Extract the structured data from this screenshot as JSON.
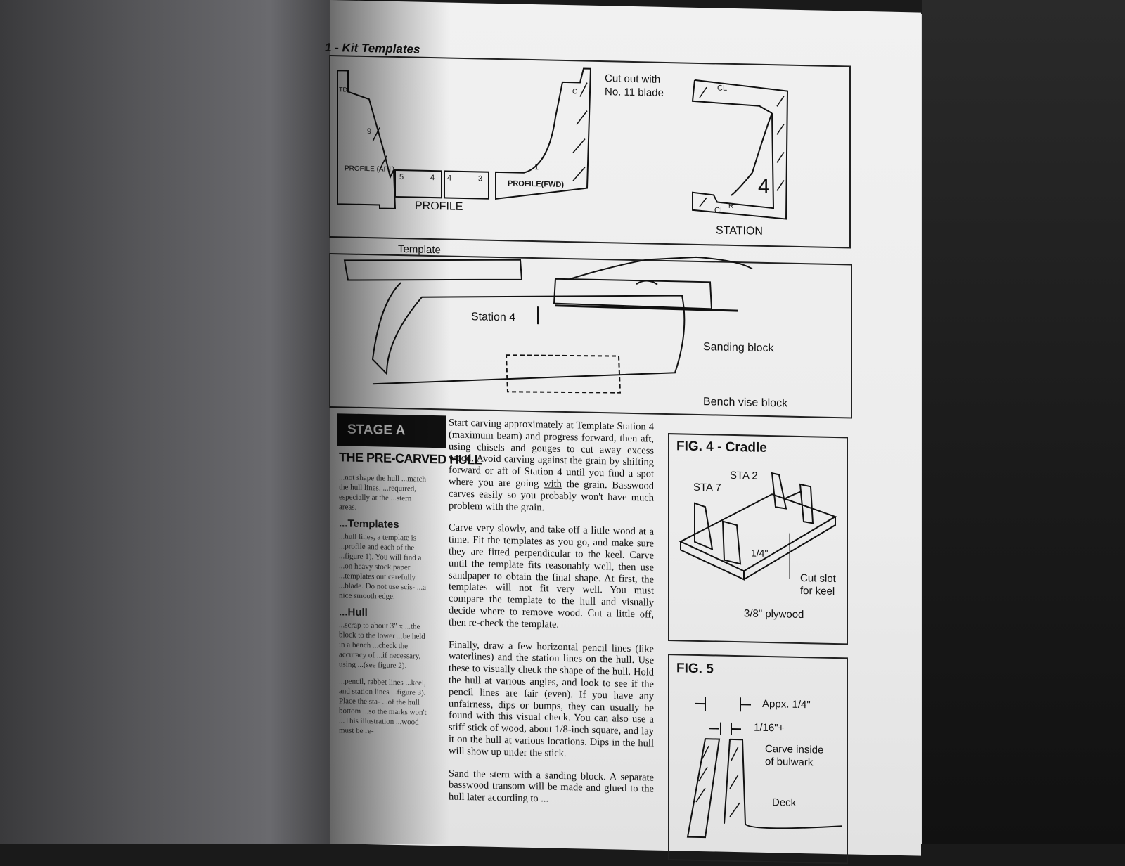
{
  "figure_top": {
    "title": "1 - Kit Templates",
    "cut_note_line1": "Cut out with",
    "cut_note_line2": "No. 11 blade",
    "profile_caption": "PROFILE",
    "station_caption": "STATION",
    "profile_aft": "PROFILE (AFT)",
    "profile_fwd": "PROFILE(FWD)",
    "mark_c": "C",
    "mark_td": "TD",
    "mark_cl": "CL",
    "mark_r": "R",
    "num_1": "1",
    "num_3": "3",
    "num_4a": "4",
    "num_4b": "4",
    "num_5": "5",
    "num_9": "9",
    "station_number": "4"
  },
  "figure_template": {
    "template_label": "Template",
    "station_label": "Station 4",
    "sanding_label": "Sanding block",
    "vise_label": "Bench vise block"
  },
  "stage": {
    "header": "STAGE A",
    "subheader": "THE PRE-CARVED HULL",
    "left_text_1": "...not shape the hull ...match the hull lines. ...required, especially at the ...stern areas.",
    "left_sub_1": "...Templates",
    "left_text_2": "...hull lines, a template is ...profile and each of the ...figure 1). You will find a ...on heavy stock paper ...templates out carefully ...blade. Do not use scis- ...a nice smooth edge.",
    "left_sub_2": "...Hull",
    "left_text_3": "...scrap to about 3\" x ...the block to the lower ...be held in a bench ...check the accuracy of ...if necessary, using ...(see figure 2).",
    "left_text_4": "...pencil, rabbet lines ...keel, and station lines ...figure 3). Place the sta- ...of the hull bottom ...so the marks won't ...This illustration ...wood must be re-"
  },
  "body": {
    "p1": "Start carving approximately at Template Station 4 (maximum beam) and progress forward, then aft, using chisels and gouges to cut away excess wood. Avoid carving against the grain by shifting forward or aft of Station 4 until you find a spot where you are going ",
    "p1_with": "with",
    "p1_end": " the grain. Basswood carves easily so you probably won't have much problem with the grain.",
    "p2": "Carve very slowly, and take off a little wood at a time. Fit the templates as you go, and make sure they are fitted perpendicular to the keel. Carve until the template fits reasonably well, then use sandpaper to obtain the final shape. At first, the templates will not fit very well. You must compare the template to the hull and visually decide where to remove wood. Cut a little off, then re-check the template.",
    "p3": "Finally, draw a few horizontal pencil lines (like waterlines) and the station lines on the hull. Use these to visually check the shape of the hull. Hold the hull at various angles, and look to see if the pencil lines are fair (even). If you have any unfairness, dips or bumps, they can usually be found with this visual check. You can also use a stiff stick of wood, about 1/8-inch square, and lay it on the hull at various locations. Dips in the hull will show up under the stick.",
    "p4": "Sand the stern with a sanding block. A separate basswood transom will be made and glued to the hull later according to ..."
  },
  "fig4": {
    "title": "FIG. 4 - Cradle",
    "sta2": "STA 2",
    "sta7": "STA 7",
    "dim": "1/4\"",
    "cut_line1": "Cut slot",
    "cut_line2": "for keel",
    "plywood": "3/8\" plywood"
  },
  "fig5": {
    "title": "FIG. 5",
    "appx": "Appx. 1/4\"",
    "sixteenth": "1/16\"+",
    "carve_line1": "Carve inside",
    "carve_line2": "of bulwark",
    "deck": "Deck"
  }
}
